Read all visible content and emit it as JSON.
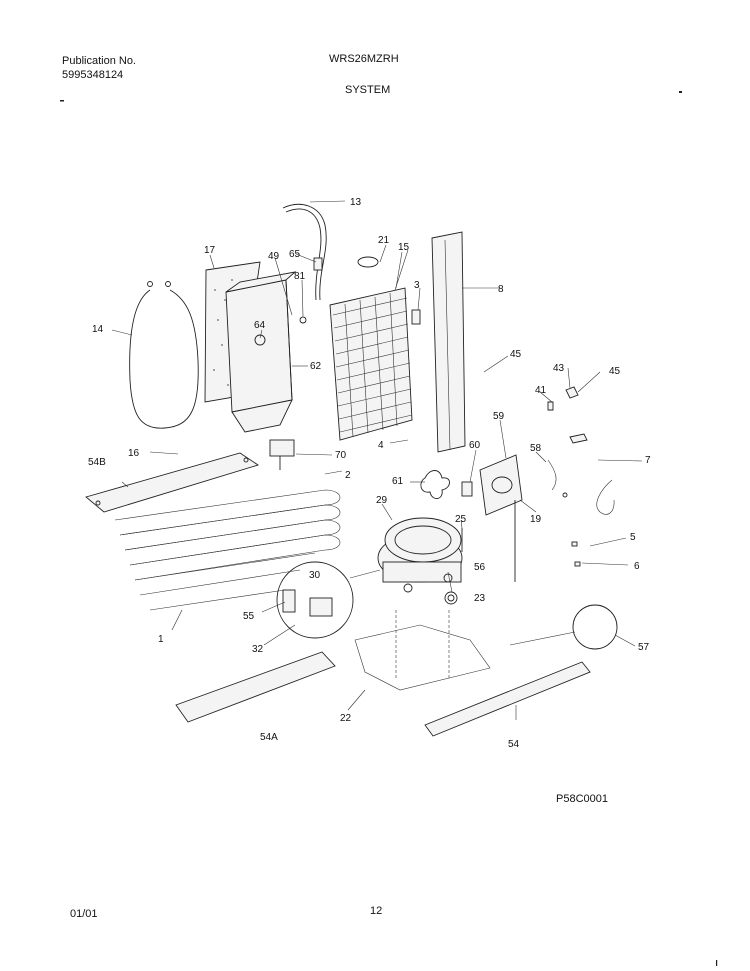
{
  "header": {
    "publication_label": "Publication No.",
    "publication_number": "5995348124",
    "model": "WRS26MZRH",
    "section": "SYSTEM"
  },
  "diagram": {
    "figure_code": "P58C0001",
    "callouts": [
      "13",
      "17",
      "49",
      "65",
      "21",
      "15",
      "8",
      "3",
      "81",
      "64",
      "14",
      "62",
      "45",
      "43",
      "45",
      "41",
      "16",
      "4",
      "59",
      "60",
      "58",
      "7",
      "54B",
      "70",
      "2",
      "61",
      "29",
      "19",
      "25",
      "5",
      "6",
      "30",
      "56",
      "55",
      "23",
      "57",
      "1",
      "32",
      "22",
      "54A",
      "54"
    ]
  },
  "footer": {
    "date": "01/01",
    "page": "12"
  }
}
